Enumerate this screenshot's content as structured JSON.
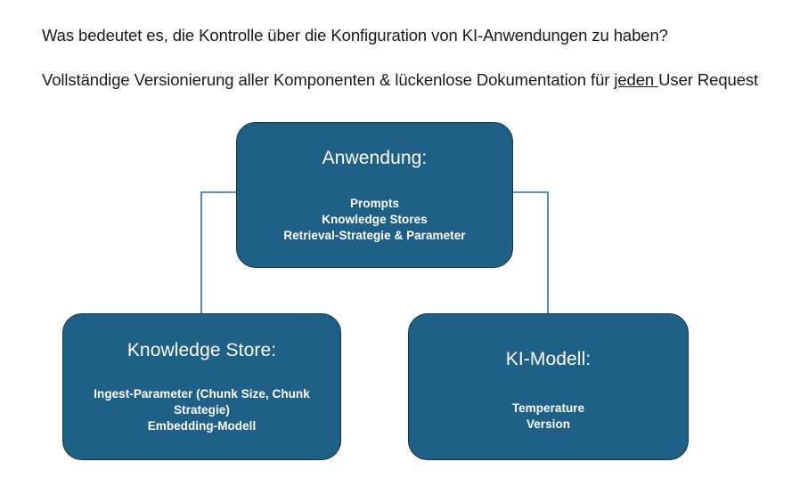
{
  "slide": {
    "background_color": "#ffffff",
    "accent_color": "#1F6186",
    "connector_color": "#2E6E94",
    "text_color": "#1a1a1a",
    "node_text_color": "#ffffff"
  },
  "headings": {
    "question": "Was bedeutet es, die Kontrolle über die Konfiguration von KI-Anwendungen zu haben?",
    "statement_before": "Vollständige Versionierung aller Komponenten & lückenlose Dokumentation für ",
    "statement_emphasis": "jeden ",
    "statement_after": "User Request"
  },
  "diagram": {
    "type": "hierarchy",
    "nodes": [
      {
        "id": "anwendung",
        "title": "Anwendung:",
        "body_lines": [
          "Prompts",
          "Knowledge Stores",
          "Retrieval-Strategie & Parameter"
        ],
        "body_text": "Prompts\nKnowledge Stores\nRetrieval-Strategie & Parameter"
      },
      {
        "id": "knowledge-store",
        "title": "Knowledge Store:",
        "body_lines": [
          "Ingest-Parameter (Chunk Size, Chunk Strategie)",
          "Embedding-Modell"
        ],
        "body_text": "Ingest-Parameter (Chunk Size, Chunk Strategie)\nEmbedding-Modell"
      },
      {
        "id": "ki-modell",
        "title": "KI-Modell:",
        "body_lines": [
          "Temperature",
          "Version"
        ],
        "body_text": "Temperature\nVersion"
      }
    ],
    "edges": [
      {
        "from": "anwendung",
        "to": "knowledge-store"
      },
      {
        "from": "anwendung",
        "to": "ki-modell"
      }
    ]
  }
}
